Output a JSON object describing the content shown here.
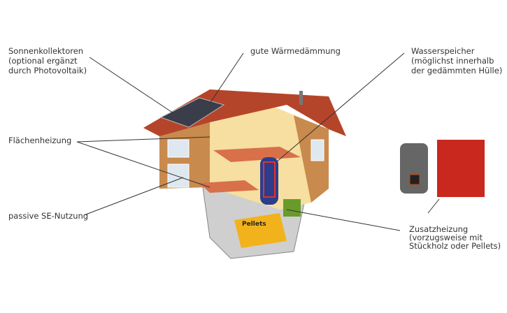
{
  "labels": {
    "solar": "Sonnenkollektoren\n(optional ergänzt\ndurch Photovoltaik)",
    "insulation": "gute Wärmedämmung",
    "storage": "Wasserspeicher\n(möglichst innerhalb\nder gedämmten Hülle)",
    "surface_heating": "Flächenheizung",
    "passive": "passive SE-Nutzung",
    "auxiliary": "Zusatzheizung\n(vorzugsweise mit\nStückholz oder Pellets)",
    "pellets": "Pellets"
  },
  "colors": {
    "roof": "#b5452a",
    "wood": "#c98a4e",
    "interior": "#f6dfa0",
    "tank": "#2d3d8c",
    "pellets": "#f2b21b",
    "line": "#333333"
  }
}
